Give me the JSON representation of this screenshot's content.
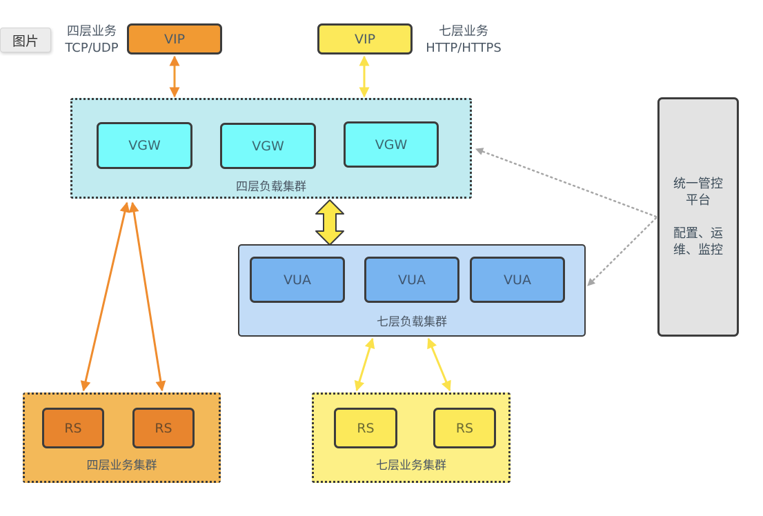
{
  "image_badge": "图片",
  "top": {
    "l4_label": [
      "四层业务",
      "TCP/UDP"
    ],
    "l4_vip": "VIP",
    "l7_vip": "VIP",
    "l7_label": [
      "七层业务",
      "HTTP/HTTPS"
    ]
  },
  "l4_cluster": {
    "nodes": [
      "VGW",
      "VGW",
      "VGW"
    ],
    "caption": "四层负载集群"
  },
  "l7_cluster": {
    "nodes": [
      "VUA",
      "VUA",
      "VUA"
    ],
    "caption": "七层负载集群"
  },
  "platform": {
    "title": [
      "统一管控",
      "平台"
    ],
    "desc": [
      "配置、运",
      "维、监控"
    ]
  },
  "l4_biz": {
    "nodes": [
      "RS",
      "RS"
    ],
    "caption": "四层业务集群"
  },
  "l7_biz": {
    "nodes": [
      "RS",
      "RS"
    ],
    "caption": "七层业务集群"
  },
  "colors": {
    "l4_accent": "#f19a33",
    "l7_accent": "#fce95a",
    "vgw_fill": "#78fbfc",
    "vua_fill": "#78b4f0",
    "l4_cluster_fill": "#c1ebf0",
    "l7_cluster_fill": "#c2dcf7",
    "l4_biz_fill": "#f3b959",
    "l7_biz_fill": "#fdf086",
    "control_arrow": "#a6a6a6"
  }
}
